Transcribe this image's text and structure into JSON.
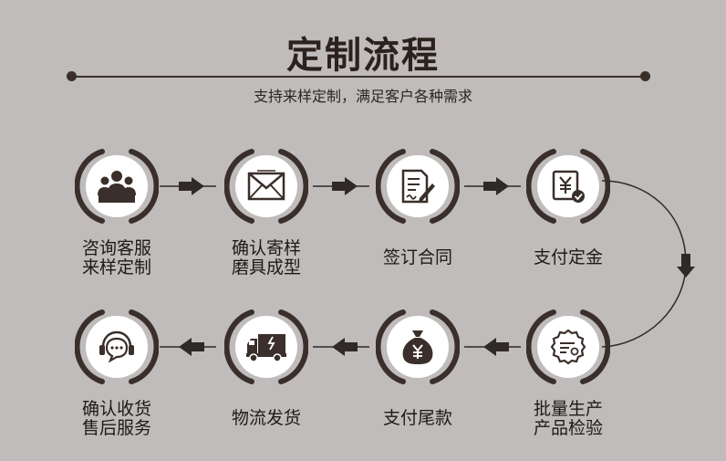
{
  "header": {
    "title": "定制流程",
    "subtitle": "支持来样定制，满足客户各种需求"
  },
  "colors": {
    "background": "#bfbcbb",
    "dark": "#3a2f2b",
    "ring": "#3a2f2b",
    "arrow": "#2f2a28",
    "badge_fill": "#ffffff",
    "icon": "#3a2f2b"
  },
  "steps": [
    {
      "icon": "customer-service-group-icon",
      "label_lines": [
        "咨询客服",
        "来样定制"
      ]
    },
    {
      "icon": "envelope-icon",
      "label_lines": [
        "确认寄样",
        "磨具成型"
      ]
    },
    {
      "icon": "contract-sign-icon",
      "label_lines": [
        "签订合同"
      ]
    },
    {
      "icon": "yen-deposit-icon",
      "label_lines": [
        "支付定金"
      ]
    },
    {
      "icon": "certificate-badge-icon",
      "label_lines": [
        "批量生产",
        "产品检验"
      ]
    },
    {
      "icon": "money-bag-yen-icon",
      "label_lines": [
        "支付尾款"
      ]
    },
    {
      "icon": "delivery-truck-icon",
      "label_lines": [
        "物流发货"
      ]
    },
    {
      "icon": "headset-chat-icon",
      "label_lines": [
        "确认收货",
        "售后服务"
      ]
    }
  ]
}
